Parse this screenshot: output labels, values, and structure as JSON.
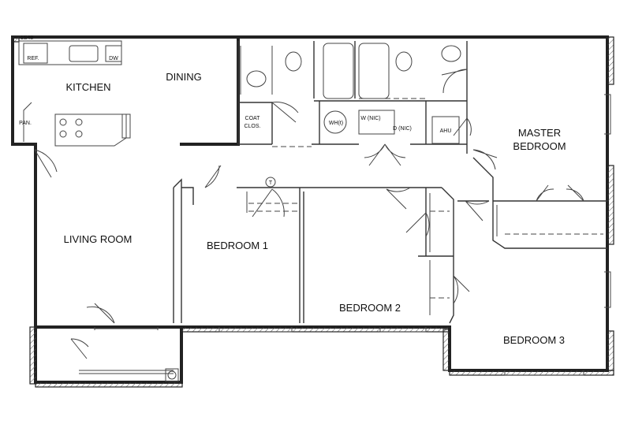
{
  "rooms": {
    "kitchen": "KITCHEN",
    "dining": "DINING",
    "living": "LIVING ROOM",
    "bed1": "BEDROOM 1",
    "bed2": "BEDROOM 2",
    "bed3": "BEDROOM 3",
    "master_1": "MASTER",
    "master_2": "BEDROOM"
  },
  "fixtures": {
    "ref": "REF.",
    "dw": "DW",
    "pan": "PAN.",
    "coat_1": "COAT",
    "coat_2": "CLOS.",
    "wh": "WH(t)",
    "washer": "W (NIC)",
    "dryer": "D (NIC)",
    "ahu": "AHU",
    "thermostat": "T",
    "corner": "1S48"
  }
}
